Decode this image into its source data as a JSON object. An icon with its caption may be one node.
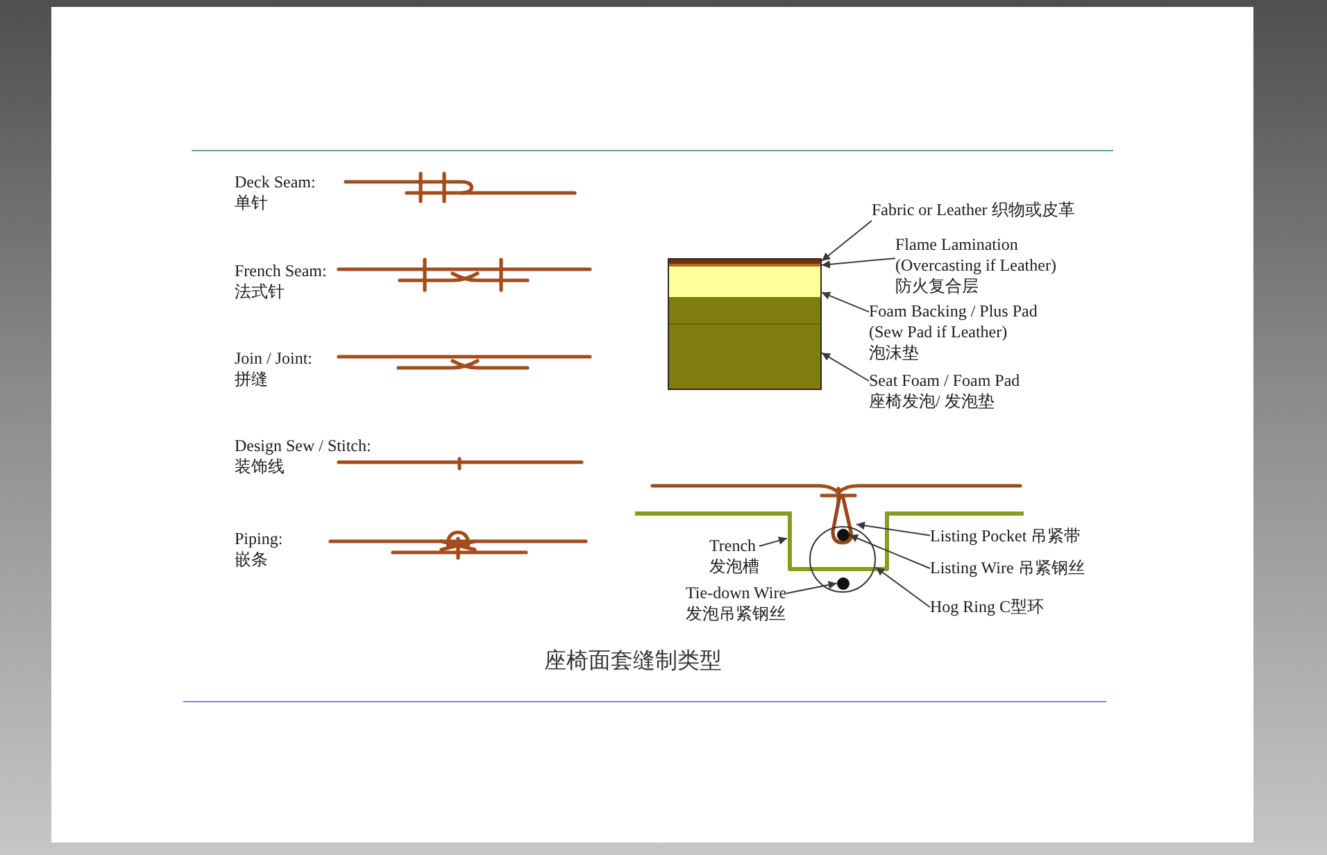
{
  "diagram": {
    "caption": "座椅面套缝制类型",
    "nodes": [
      {
        "text": [
          "Fabric or Leather 织物或皮革"
        ]
      },
      {
        "text": [
          "Flame Lamination (Overcasting if Leather)",
          "防火复合层"
        ]
      },
      {
        "text": [
          "Foam Backing / Plus Pad (Sew Pad if Leather)",
          "泡沫垫"
        ]
      },
      {
        "text": [
          "Seat Foam / Foam Pad",
          "座椅发泡/ 发泡垫"
        ]
      },
      {
        "text": [],
        "shape": "bar"
      },
      {
        "text": [],
        "shape": "bar"
      },
      {
        "text": [],
        "shape": "box"
      },
      {
        "text": [],
        "shape": "box"
      },
      {
        "text": [
          "Trench",
          "发泡槽"
        ]
      },
      {
        "text": [
          "Tie-down Wire",
          "发泡吊紧钢丝"
        ]
      },
      {
        "text": [
          "Listing Pocket 吊紧带"
        ]
      },
      {
        "text": [
          "Listing Wire 吊紧钢丝"
        ]
      },
      {
        "text": [
          "Hog Ring C型环"
        ]
      },
      {
        "text": [],
        "shape": "picture"
      },
      {
        "text": [],
        "shape": "picture"
      },
      {
        "text": [],
        "shape": "circle"
      },
      {
        "text": [],
        "shape": "circle"
      },
      {
        "text": [],
        "shape": "circle",
        "in": 16
      }
    ],
    "edges": [
      {
        "from": 0,
        "to": 4,
        "arrow": "to"
      },
      {
        "from": 1,
        "to": 5,
        "arrow": "to"
      },
      {
        "from": 2,
        "to": 6,
        "arrow": "to"
      },
      {
        "from": 3,
        "to": 7,
        "arrow": "to"
      },
      {
        "from": 8,
        "to": 13,
        "arrow": "to"
      },
      {
        "from": 9,
        "to": 17,
        "arrow": "to"
      },
      {
        "from": 10,
        "to": 14,
        "arrow": "to"
      },
      {
        "from": 11,
        "to": 15,
        "arrow": "to"
      },
      {
        "from": 12,
        "to": 16,
        "arrow": "to"
      }
    ],
    "labels": [
      "Deck Seam:",
      "单针",
      "French Seam:",
      "法式针",
      "Join / Joint:",
      "拼缝",
      "Design Sew / Stitch:",
      "装饰线",
      "Piping:",
      "嵌条"
    ]
  }
}
